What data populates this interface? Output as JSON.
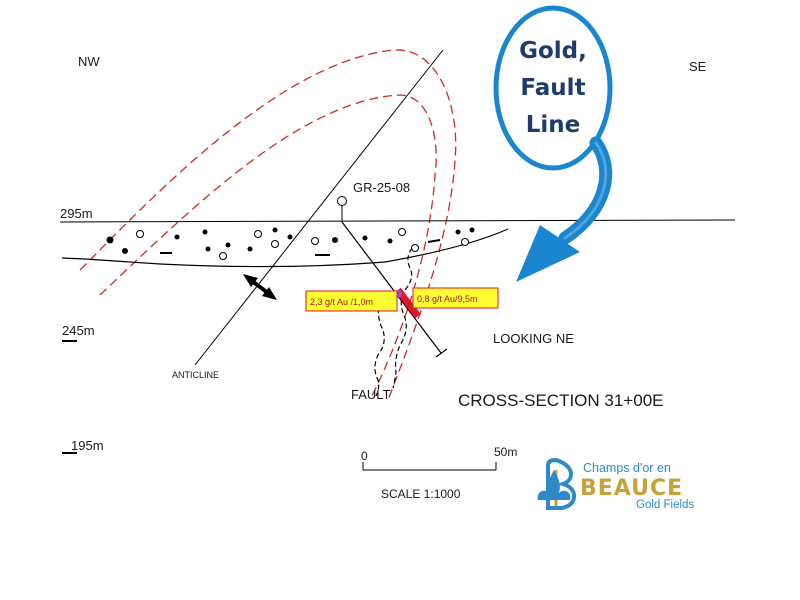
{
  "orientation": {
    "left": "NW",
    "right": "SE"
  },
  "elevations": [
    "295m",
    "245m",
    "195m"
  ],
  "drillhole": {
    "name": "GR-25-08"
  },
  "assays": [
    {
      "text": "2,3 g/t Au /1,0m"
    },
    {
      "text": "0,8 g/t Au/9,5m"
    }
  ],
  "structures": {
    "anticline": "ANTICLINE",
    "fault": "FAULT"
  },
  "view": "LOOKING NE",
  "section_title": "CROSS-SECTION 31+00E",
  "scale": {
    "start": "0",
    "end": "50m",
    "label": "SCALE 1:1000"
  },
  "callout": {
    "line1": "Gold,",
    "line2": "Fault",
    "line3": "Line"
  },
  "logo": {
    "line1": "Champs d'or en",
    "line2": "BEAUCE",
    "line3": "Gold Fields"
  },
  "colors": {
    "fold_trace": "#cc2a2a",
    "callout_border": "#1a86cf",
    "callout_arrow": "#1a86cf",
    "callout_text": "#1f3a6b",
    "assay_box": "#ffff33",
    "ore_zone": "#e0152b",
    "logo_blue": "#2e89c8",
    "logo_gold": "#c6a23a"
  }
}
